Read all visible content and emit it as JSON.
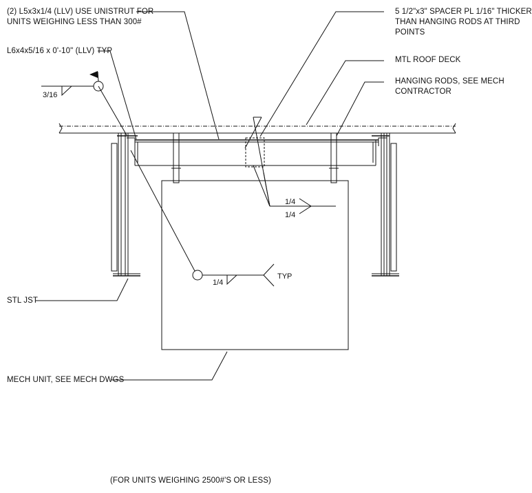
{
  "notes": {
    "unistrut_line1": "(2) L5x3x1/4 (LLV) USE UNISTRUT FOR",
    "unistrut_line2": "UNITS WEIGHING LESS THAN 300#",
    "angle": "L6x4x5/16 x 0'-10\" (LLV) TYP",
    "spacer_line1": "5 1/2\"x3\" SPACER PL 1/16\" THICKER",
    "spacer_line2": "THAN HANGING RODS AT THIRD",
    "spacer_line3": "POINTS",
    "roof_deck": "MTL ROOF DECK",
    "rods_line1": "HANGING RODS, SEE MECH",
    "rods_line2": "CONTRACTOR",
    "joist": "STL JST",
    "mech_unit": "MECH UNIT, SEE MECH DWGS",
    "caption": "(FOR UNITS WEIGHING 2500#'S OR LESS)"
  },
  "welds": {
    "top_left_size": "3/16",
    "spacer_size_top": "1/4",
    "spacer_size_bottom": "1/4",
    "typ_size": "1/4",
    "typ_label": "TYP"
  }
}
